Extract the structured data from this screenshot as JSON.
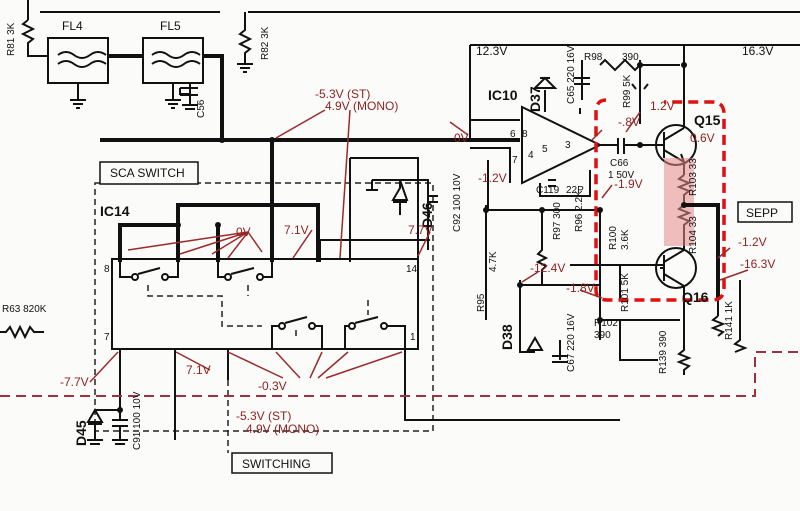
{
  "filters": {
    "fl4": "FL4",
    "fl5": "FL5"
  },
  "resistors": {
    "r81": "R81 3K",
    "r82": "R82 3K",
    "r63": "R63 820K",
    "r98": "R98",
    "r98_val": "390",
    "r99": "R99 5K",
    "r97": "R97 300",
    "r95a": "R95",
    "r95b": "4.7K",
    "r96": "R96 2.2K",
    "r100": "R100",
    "r100_val": "3.6K",
    "r101": "R101 5K",
    "r102": "R102",
    "r102_val": "390",
    "r103": "R103 33",
    "r104": "R104 33",
    "r139": "R139 390",
    "r141": "R141 1K"
  },
  "capacitors": {
    "c56": "C56",
    "c65": "C65 220 16V",
    "c66": "C66",
    "c66_val": "1 50V",
    "c119": "C119",
    "c119_val": "22P",
    "c92": "C92 100 10V",
    "c67": "C67 220 16V",
    "c91": "C91 100 10V"
  },
  "diodes": {
    "d37": "D37",
    "d46": "D46",
    "d38": "D38",
    "d45": "D45"
  },
  "ics": {
    "ic10": "IC10",
    "ic14": "IC14",
    "ic10_pins": [
      "6",
      "8",
      "7",
      "4",
      "5",
      "3"
    ],
    "ic14_pins": {
      "p8": "8",
      "p14": "14",
      "p7": "7",
      "p1": "1"
    }
  },
  "transistors": {
    "q15": "Q15",
    "q16": "Q16"
  },
  "rails": {
    "pos": "12.3V",
    "pos_out": "16.3V"
  },
  "boxes": {
    "sca": "SCA SWITCH",
    "switching": "SWITCHING",
    "sepp": "SEPP"
  },
  "voltages": {
    "st_top": "-5.3V (ST)",
    "mono_top": "4.9V (MONO)",
    "ov_ic10": "0V",
    "ov_ic14": "0V",
    "n12_in": "-1.2V",
    "p1_2": "1.2V",
    "p8": "-.8V",
    "n1_9": "-1.9V",
    "q15_v": "0.6V",
    "n12_out": "-1.2V",
    "n12_4": "-12.4V",
    "n1_8": "-1.8V",
    "n16_3": "-16.3V",
    "p7_1a": "7.1V",
    "p7_7": "7.7V",
    "n7_7": "-7.7V",
    "p7_1b": "7.1V",
    "n0_3": "-0.3V",
    "st_bot": "-5.3V (ST)",
    "mono_bot": "4.9V (MONO)"
  }
}
